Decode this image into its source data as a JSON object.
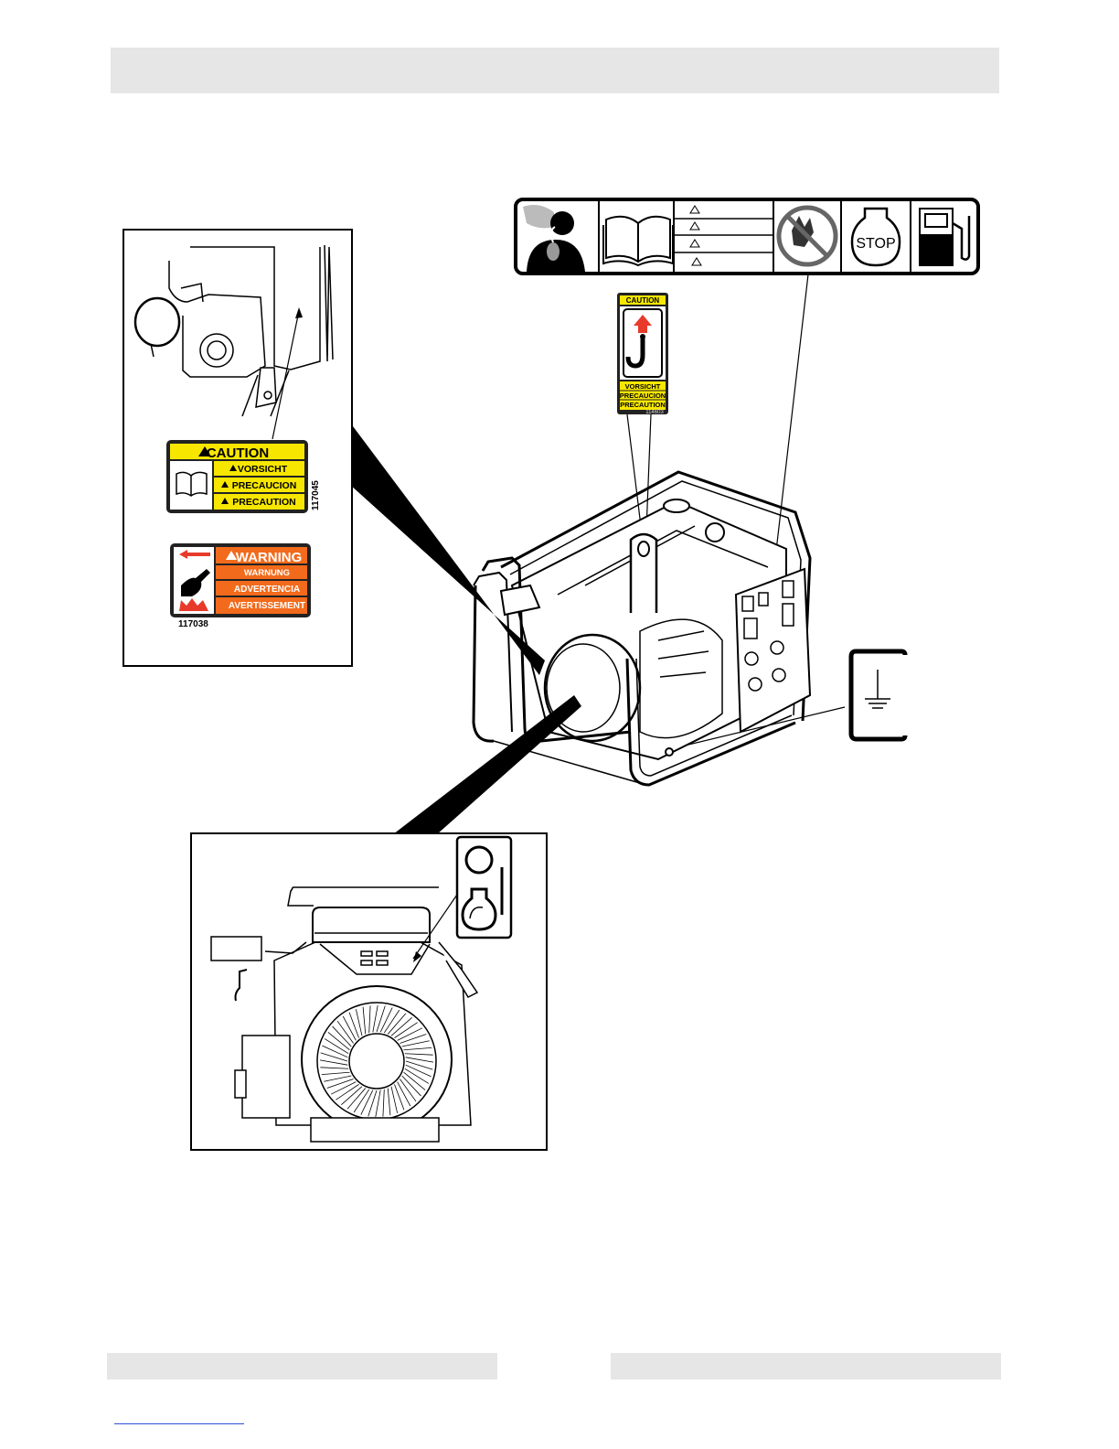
{
  "labels": {
    "caution_small": "CAUTION",
    "caution_small_bottom": [
      "VORSICHT",
      "PRECAUCION",
      "PRECAUTION"
    ],
    "caution_small_num": "114603",
    "caution_big": "CAUTION",
    "caution_big_rows": [
      "VORSICHT",
      "PRECAUCION",
      "PRECAUTION"
    ],
    "caution_big_num": "117045",
    "warning_big": "WARNING",
    "warning_big_rows": [
      "WARNUNG",
      "ADVERTENCIA",
      "AVERTISSEMENT"
    ],
    "warning_big_num": "117038",
    "stop": "STOP"
  },
  "colors": {
    "caution_yellow": "#f7e600",
    "warning_orange": "#f26a1b",
    "arrow_red": "#e83a2a",
    "header_gray": "#e6e6e6",
    "link_blue": "#2f4fd8"
  },
  "icons": [
    "exhaust-fumes-icon",
    "manual-book-icon",
    "no-fire-icon",
    "stop-engine-icon",
    "fuel-pump-icon",
    "lifting-hook-icon",
    "ground-icon",
    "hot-surface-icon",
    "choke-on-off-icon"
  ]
}
